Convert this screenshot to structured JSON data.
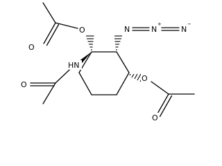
{
  "molecule": {
    "labels": {
      "o_top": "O",
      "o_carbonyl_top": "O",
      "o_right": "O",
      "o_carbonyl_right": "O",
      "nh": "HN",
      "o_carbonyl_left": "O",
      "azide": "N",
      "azide_charge_plus": "+",
      "azide_charge_minus": "−"
    },
    "colors": {
      "bond": "#000000",
      "text": "#000000",
      "background": "#ffffff"
    }
  }
}
